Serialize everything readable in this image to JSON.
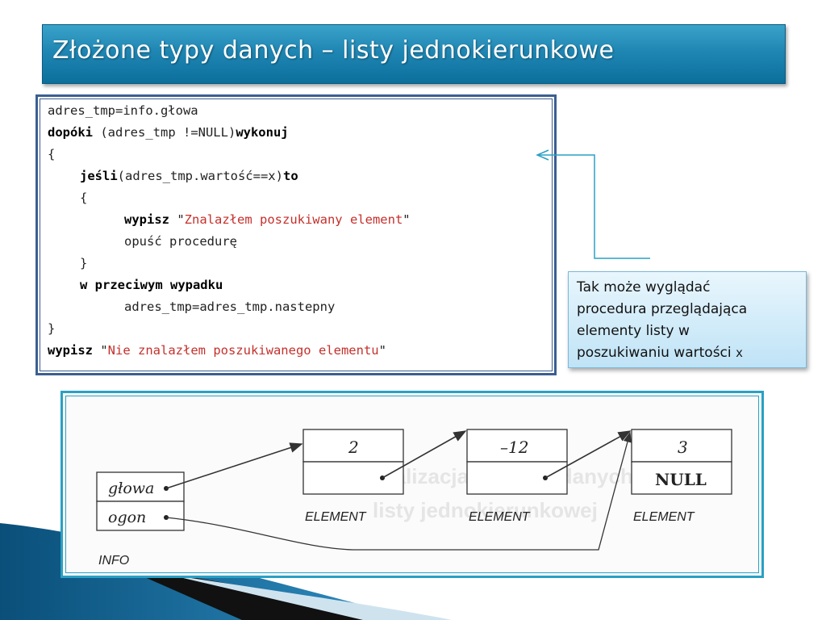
{
  "slide": {
    "title": "Złożone typy danych – listy jednokierunkowe"
  },
  "code": {
    "line1": "adres_tmp=info.głowa",
    "line2_kw": "dopóki",
    "line2_mid": " (adres_tmp !=NULL)",
    "line2_kw2": "wykonuj",
    "line3": "{",
    "line4_kw": "jeśli",
    "line4_mid": "(adres_tmp.wartość==x)",
    "line4_kw2": "to",
    "line5": "{",
    "line6_kw": "wypisz",
    "line6_q1": " \"",
    "line6_str": "Znalazłem poszukiwany element",
    "line6_q2": "\"",
    "line7": "opuść procedurę",
    "line8": "}",
    "line9_kw": "w przeciwym wypadku",
    "line10": "adres_tmp=adres_tmp.nastepny",
    "line11": "}",
    "line12_kw": "wypisz",
    "line12_q1": " \"",
    "line12_str": "Nie znalazłem poszukiwanego elementu",
    "line12_q2": "\""
  },
  "callout": {
    "line1": "Tak może wyglądać",
    "line2": "procedura przeglądająca",
    "line3": "elementy listy w",
    "line4": "poszukiwaniu wartości",
    "var": "x"
  },
  "diagram": {
    "info_label": "INFO",
    "info_fields": [
      "głowa",
      "ogon"
    ],
    "elements": [
      {
        "value": "2",
        "next": "",
        "label": "ELEMENT"
      },
      {
        "value": "–12",
        "next": "",
        "label": "ELEMENT"
      },
      {
        "value": "3",
        "next": "NULL",
        "label": "ELEMENT"
      }
    ]
  },
  "colors": {
    "title_bar": "#1f86b3",
    "code_border": "#3b5e91",
    "string_red": "#c4302b",
    "callout_bg": "#bfe3f6",
    "diagram_border": "#2aa0c4",
    "connector": "#2aa0c4"
  }
}
